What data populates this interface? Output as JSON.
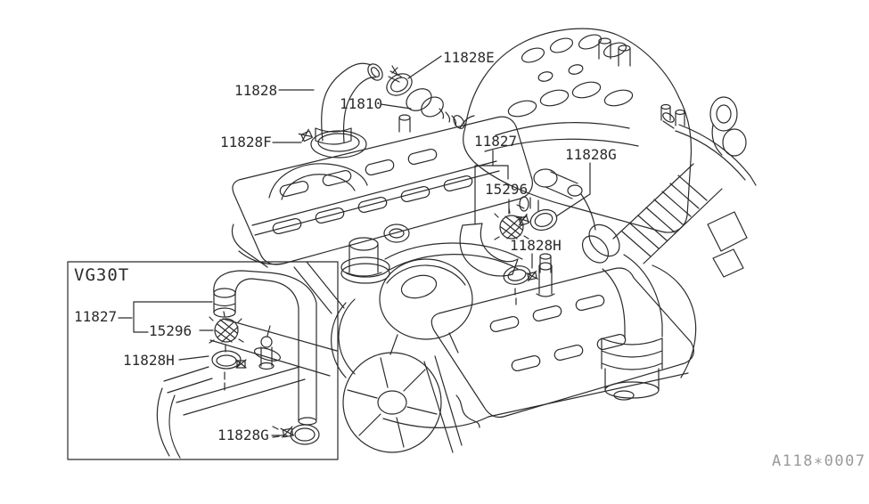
{
  "diagram": {
    "title_hint": "Blow-by gas hose / crankcase ventilation parts diagram",
    "inset_title": "VG30T",
    "footer_code": "A118∗0007",
    "parts": {
      "hose_breather": "11828",
      "clamp_e": "11828E",
      "pcv_valve": "11810",
      "clamp_f": "11828F",
      "hose_blowby": "11827",
      "filter": "15296",
      "clamp_g": "11828G",
      "clamp_h": "11828H"
    }
  }
}
